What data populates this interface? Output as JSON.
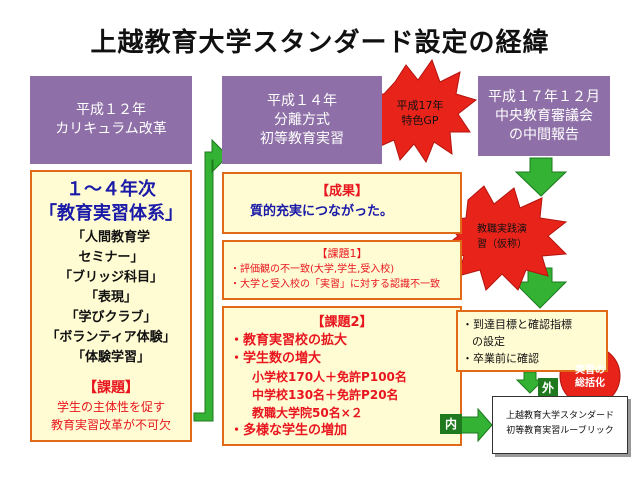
{
  "title": "上越教育大学スタンダード設定の経緯",
  "col1": {
    "header": [
      "平成１２年",
      "カリキュラム改革"
    ],
    "years": "１～４年次",
    "system": "「教育実習体系」",
    "items": [
      "「人間教育学",
      "セミナー」",
      "「ブリッジ科目」",
      "「表現」",
      "「学びクラブ」",
      "「ボランティア体験」",
      "「体験学習」"
    ],
    "issue_label": "【課題】",
    "issue_lines": [
      "学生の主体性を促す",
      "教育実習改革が不可欠"
    ]
  },
  "col2": {
    "header": [
      "平成１４年",
      "分離方式",
      "初等教育実習"
    ],
    "result_label": "【成果】",
    "result_text": "質的充実につながった。",
    "issue1_label": "【課題1】",
    "issue1_lines": [
      "・評価観の不一致(大学,学生,受入校)",
      "・大学と受入校の「実習」に対する認識不一致"
    ],
    "issue2_label": "【課題2】",
    "issue2_items": [
      "・教育実習校の拡大",
      "・学生数の増大"
    ],
    "issue2_sub": [
      "小学校170人＋免許P100名",
      "中学校130名＋免許P20名",
      "教職大学院50名×２"
    ],
    "issue2_last": "・多様な学生の増加"
  },
  "star1": [
    "平成17年",
    "特色GP"
  ],
  "col3": {
    "header": [
      "平成１７年１２月",
      "中央教育審議会",
      "の中間報告"
    ]
  },
  "star2": [
    "教職実践演",
    "習（仮称）"
  ],
  "col3_box": {
    "lines": [
      "・到達目標と確認指標",
      "の設定",
      "・卒業前に確認"
    ]
  },
  "badge_naigai_out": "外",
  "badge_naigai_in": "内",
  "circle": [
    "実習の",
    "総括化"
  ],
  "final_box": [
    "上越教育大学スタンダード",
    "初等教育実習ルーブリック"
  ],
  "colors": {
    "header_purple": "#8e6fa7",
    "yellow_box": "#fffbd2",
    "orange_border": "#e06a1a",
    "red_text": "#e8151f",
    "blue_text": "#1a1aa8",
    "green_arrow": "#33b233",
    "star_red": "#e8231a"
  }
}
